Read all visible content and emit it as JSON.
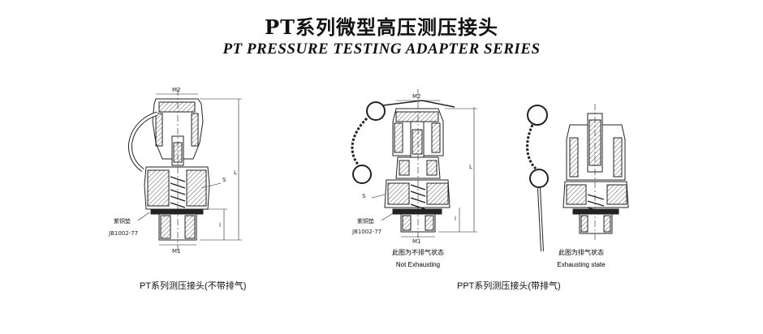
{
  "header": {
    "title_cn": "PT系列微型高压测压接头",
    "title_en": "PT PRESSURE TESTING ADAPTER SERIES"
  },
  "figures": {
    "pt": {
      "label_m2": "M2",
      "label_m1": "M1",
      "label_s": "S",
      "label_l": "L",
      "label_l1": "l",
      "label_gasket": "紫铜垫",
      "label_standard": "JB1002-77",
      "caption": "PT系列测压接头(不带排气)"
    },
    "ppt_closed": {
      "label_m2": "M2",
      "label_m1": "M1",
      "label_s": "S",
      "label_l": "L",
      "label_l1": "l",
      "label_gasket": "紫铜垫",
      "label_standard": "JB1002-77",
      "state_cn": "此图为不排气状态",
      "state_en": "Not Exhausting"
    },
    "ppt_open": {
      "state_cn": "此图为排气状态",
      "state_en": "Exhausting state"
    },
    "ppt_caption": "PPT系列测压接头(带排气)"
  }
}
